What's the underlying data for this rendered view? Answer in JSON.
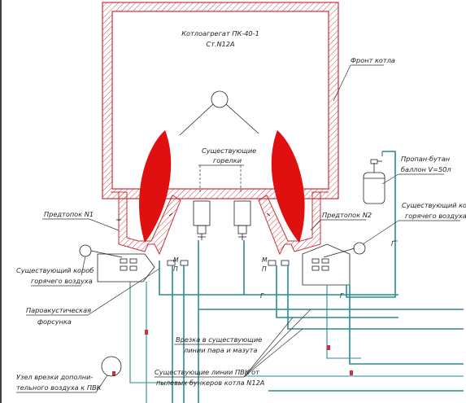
{
  "boiler": {
    "title_line1": "Котлоагрегат ПК-40-1",
    "title_line2": "Ст.N12А"
  },
  "labels": {
    "front": "Фронт котла",
    "burners_line1": "Существующие",
    "burners_line2": "горелки",
    "propane_line1": "Пропан-бутан",
    "propane_line2": "баллон V=50л",
    "prefurnace1": "Предтопок N1",
    "prefurnace2": "Предтопок N2",
    "duct_left_line1": "Существующий короб",
    "duct_left_line2": "горячего воздуха",
    "duct_right_line1": "Существующий короб",
    "duct_right_line2": "горячего воздуха",
    "nozzle_line1": "Пароакустическая",
    "nozzle_line2": "форсунка",
    "tie_in_line1": "Врезка в существующие",
    "tie_in_line2": "линии пара и мазута",
    "node_line1": "Узел врезки дополни-",
    "node_line2": "тельного воздуха к ПВК",
    "pvk_line1": "Существующие линии ПВК от",
    "pvk_line2": "пылевых бункеров котла N12А",
    "gas_mark": "Г",
    "steam_mark": "П",
    "fuel_mark": "М"
  },
  "colors": {
    "wall_red": "#c8323a",
    "flame": "#e01010",
    "pipe": "#2a8a94"
  }
}
